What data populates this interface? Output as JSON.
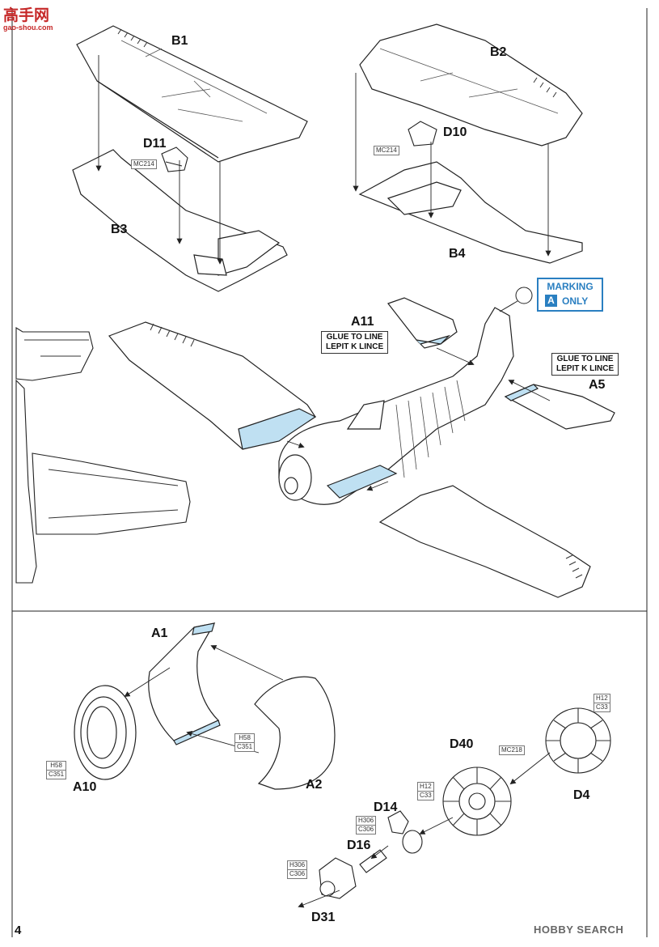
{
  "watermark_site": {
    "name": "高手网",
    "url": "gao-shou.com"
  },
  "page_number": "4",
  "source_watermark": "HOBBY SEARCH",
  "marking_badge": {
    "line1": "MARKING",
    "letter": "A",
    "line2": "ONLY"
  },
  "notes": {
    "glue_a11": [
      "GLUE TO LINE",
      "LEPIT K LINCE"
    ],
    "glue_a5": [
      "GLUE TO LINE",
      "LEPIT K LINCE"
    ]
  },
  "part_labels": {
    "b1": "B1",
    "b2": "B2",
    "b3": "B3",
    "b4": "B4",
    "d11": "D11",
    "d10": "D10",
    "a11": "A11",
    "a5": "A5",
    "a1": "A1",
    "a2": "A2",
    "a10": "A10",
    "d40": "D40",
    "d4": "D4",
    "d14": "D14",
    "d16": "D16",
    "d31": "D31"
  },
  "paint_codes": {
    "mc214_left": "MC214",
    "mc214_right": "MC214",
    "mc218": "MC218",
    "h58_c351_a": [
      "H58",
      "C351"
    ],
    "h58_c351_b": [
      "H58",
      "C351"
    ],
    "h12_c33_a": [
      "H12",
      "C33"
    ],
    "h12_c33_b": [
      "H12",
      "C33"
    ],
    "h306_c306_a": [
      "H306",
      "C306"
    ],
    "h306_c306_b": [
      "H306",
      "C306"
    ]
  },
  "colors": {
    "accent_blue": "#2a7fc1",
    "clear_part_blue": "#bfe0f2",
    "line": "#222222"
  }
}
